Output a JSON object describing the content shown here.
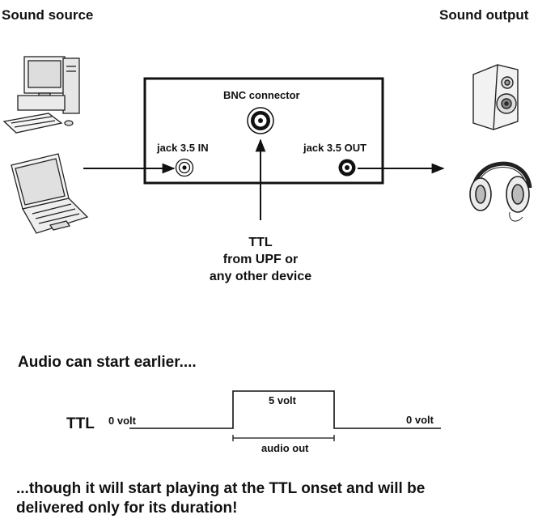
{
  "headers": {
    "source": "Sound source",
    "output": "Sound output"
  },
  "device": {
    "bnc_label": "BNC connector",
    "jack_in_label": "jack 3.5 IN",
    "jack_out_label": "jack 3.5 OUT"
  },
  "ttl_input": {
    "line1": "TTL",
    "line2": "from UPF or",
    "line3": "any other device"
  },
  "timing": {
    "heading": "Audio can start earlier....",
    "signal_label": "TTL",
    "low_left": "0 volt",
    "high": "5 volt",
    "low_right": "0 volt",
    "window": "audio out"
  },
  "footer": {
    "line1": "...though it will start playing at the TTL onset and will be",
    "line2": "delivered only for its duration!"
  },
  "icons": [
    "desktop-computer-icon",
    "laptop-icon",
    "speaker-icon",
    "headphones-icon"
  ]
}
